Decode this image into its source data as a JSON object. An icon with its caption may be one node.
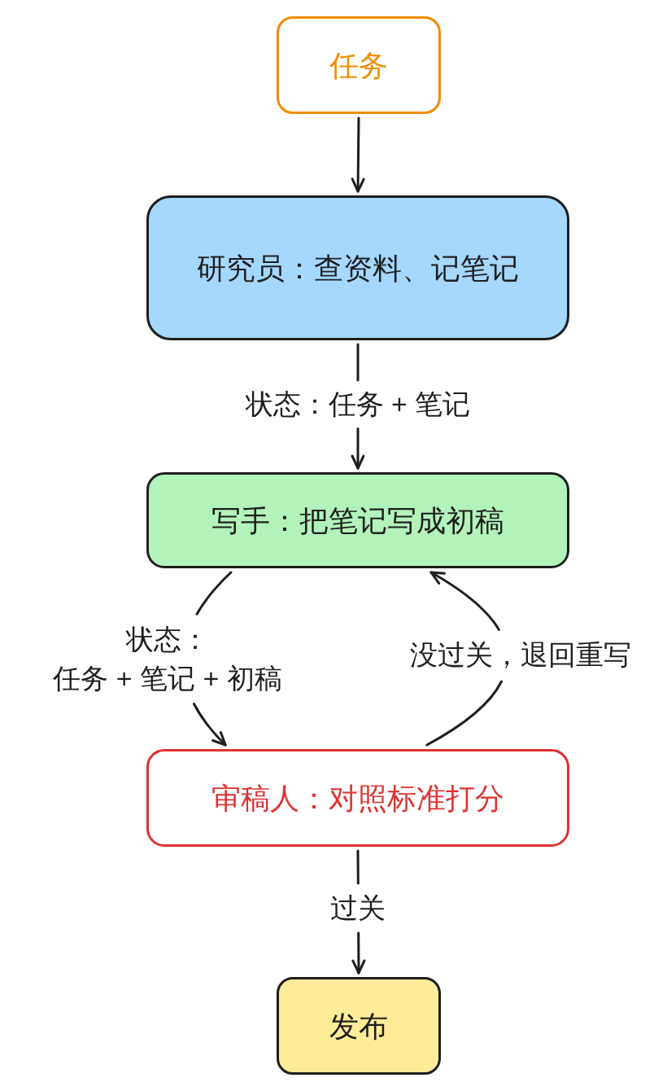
{
  "diagram": {
    "nodes": [
      {
        "text": [
          "任务"
        ]
      },
      {
        "text": [
          "研究员：查资料、记笔记"
        ]
      },
      {
        "text": [
          "写手：把笔记写成初稿"
        ]
      },
      {
        "text": [
          "审稿人：对照标准打分"
        ]
      },
      {
        "text": [
          "发布"
        ]
      }
    ],
    "edges": [
      {
        "from": 0,
        "to": 1,
        "arrow": "to"
      },
      {
        "from": 1,
        "to": 2,
        "arrow": "to",
        "label": "状态：任务 + 笔记"
      },
      {
        "from": 2,
        "to": 3,
        "arrow": "to",
        "label": "状态：任务 + 笔记 + 初稿"
      },
      {
        "from": 3,
        "to": 2,
        "arrow": "to",
        "label": "没过关，退回重写"
      },
      {
        "from": 3,
        "to": 4,
        "arrow": "to",
        "label": "过关"
      }
    ]
  }
}
